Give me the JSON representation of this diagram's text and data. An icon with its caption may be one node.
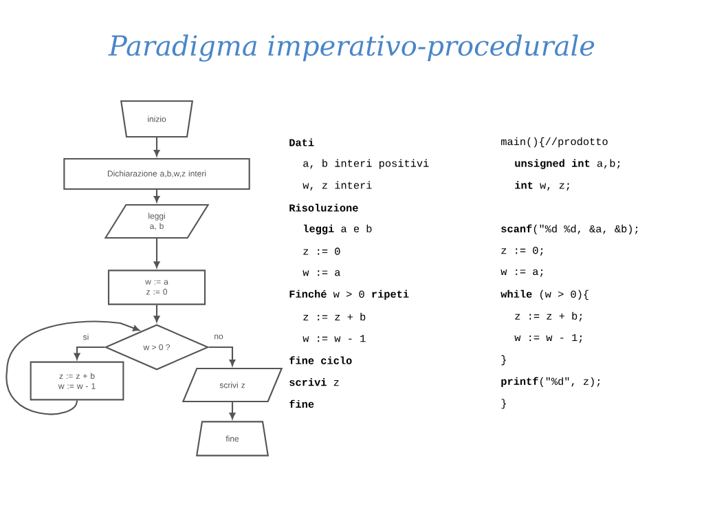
{
  "diagram": {
    "title": "Paradigma imperativo-procedurale",
    "nodes": [
      {
        "text": [
          "inizio"
        ]
      },
      {
        "text": [
          "Dichiarazione a,b,w,z interi"
        ]
      },
      {
        "text": [
          "leggi a, b"
        ]
      },
      {
        "text": [
          "w := a z := 0"
        ]
      },
      {
        "text": [
          "w > 0 ?"
        ]
      },
      {
        "text": [
          "z := z + b w := w - 1"
        ]
      },
      {
        "text": [
          "scrivi z"
        ]
      },
      {
        "text": [
          "fine"
        ]
      }
    ],
    "edges": [
      {
        "from": 0,
        "to": 1,
        "arrow": "to"
      },
      {
        "from": 1,
        "to": 2,
        "arrow": "to"
      },
      {
        "from": 2,
        "to": 3,
        "arrow": "to"
      },
      {
        "from": 3,
        "to": 4,
        "arrow": "to"
      },
      {
        "from": 4,
        "to": 5,
        "arrow": "to",
        "label": "si"
      },
      {
        "from": 4,
        "to": 6,
        "arrow": "to",
        "label": "no"
      },
      {
        "from": 6,
        "to": 7,
        "arrow": "to"
      },
      {
        "from": 5,
        "to": 4,
        "arrow": "to"
      }
    ],
    "labels": [
      "**Dati**",
      "main(){//prodotto",
      "a, b interi positivi",
      "**unsigned int** a,b;",
      "w, z interi",
      "**int** w, z;",
      "**Risoluzione**",
      "**leggi** a e b",
      "**scanf**(\"%d %d, &a, &b);",
      "z := 0",
      "z := 0;",
      "w := a",
      "w := a;",
      "**Finché** w > 0 **ripeti**",
      "**while** (w > 0){",
      "z := z + b",
      "z := z + b;",
      "w := w - 1",
      "w := w - 1;",
      "**fine ciclo**",
      "}",
      "**scrivi** z",
      "**printf**(\"%d\", z);",
      "**fine**",
      "}"
    ]
  }
}
